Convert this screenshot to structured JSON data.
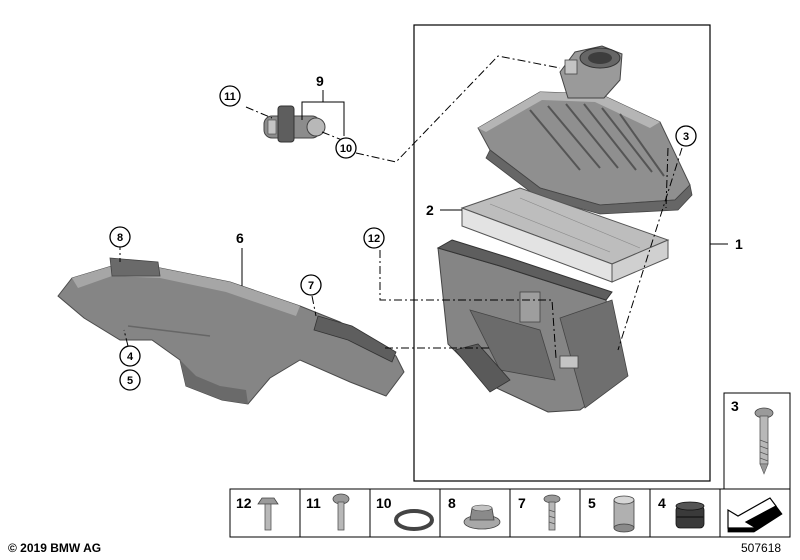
{
  "copyright": "© 2019 BMW AG",
  "diagram_number": "507618",
  "callouts": {
    "c1": "1",
    "c2": "2",
    "c3": "3",
    "c4": "4",
    "c5": "5",
    "c6": "6",
    "c7": "7",
    "c8": "8",
    "c9": "9",
    "c10": "10",
    "c11": "11",
    "c12": "12"
  },
  "parts_strip": [
    {
      "label": "12",
      "part": "bolt"
    },
    {
      "label": "11",
      "part": "torx-screw"
    },
    {
      "label": "10",
      "part": "o-ring"
    },
    {
      "label": "8",
      "part": "nut-with-washer"
    },
    {
      "label": "7",
      "part": "screw"
    },
    {
      "label": "5",
      "part": "sleeve"
    },
    {
      "label": "4",
      "part": "rubber-grommet"
    }
  ],
  "detail_box": {
    "label": "3",
    "part": "long-screw"
  },
  "colors": {
    "part_fill": "#8f8f8f",
    "part_dark": "#5e5e5e",
    "part_light": "#c4c4c4",
    "line": "#000000"
  }
}
